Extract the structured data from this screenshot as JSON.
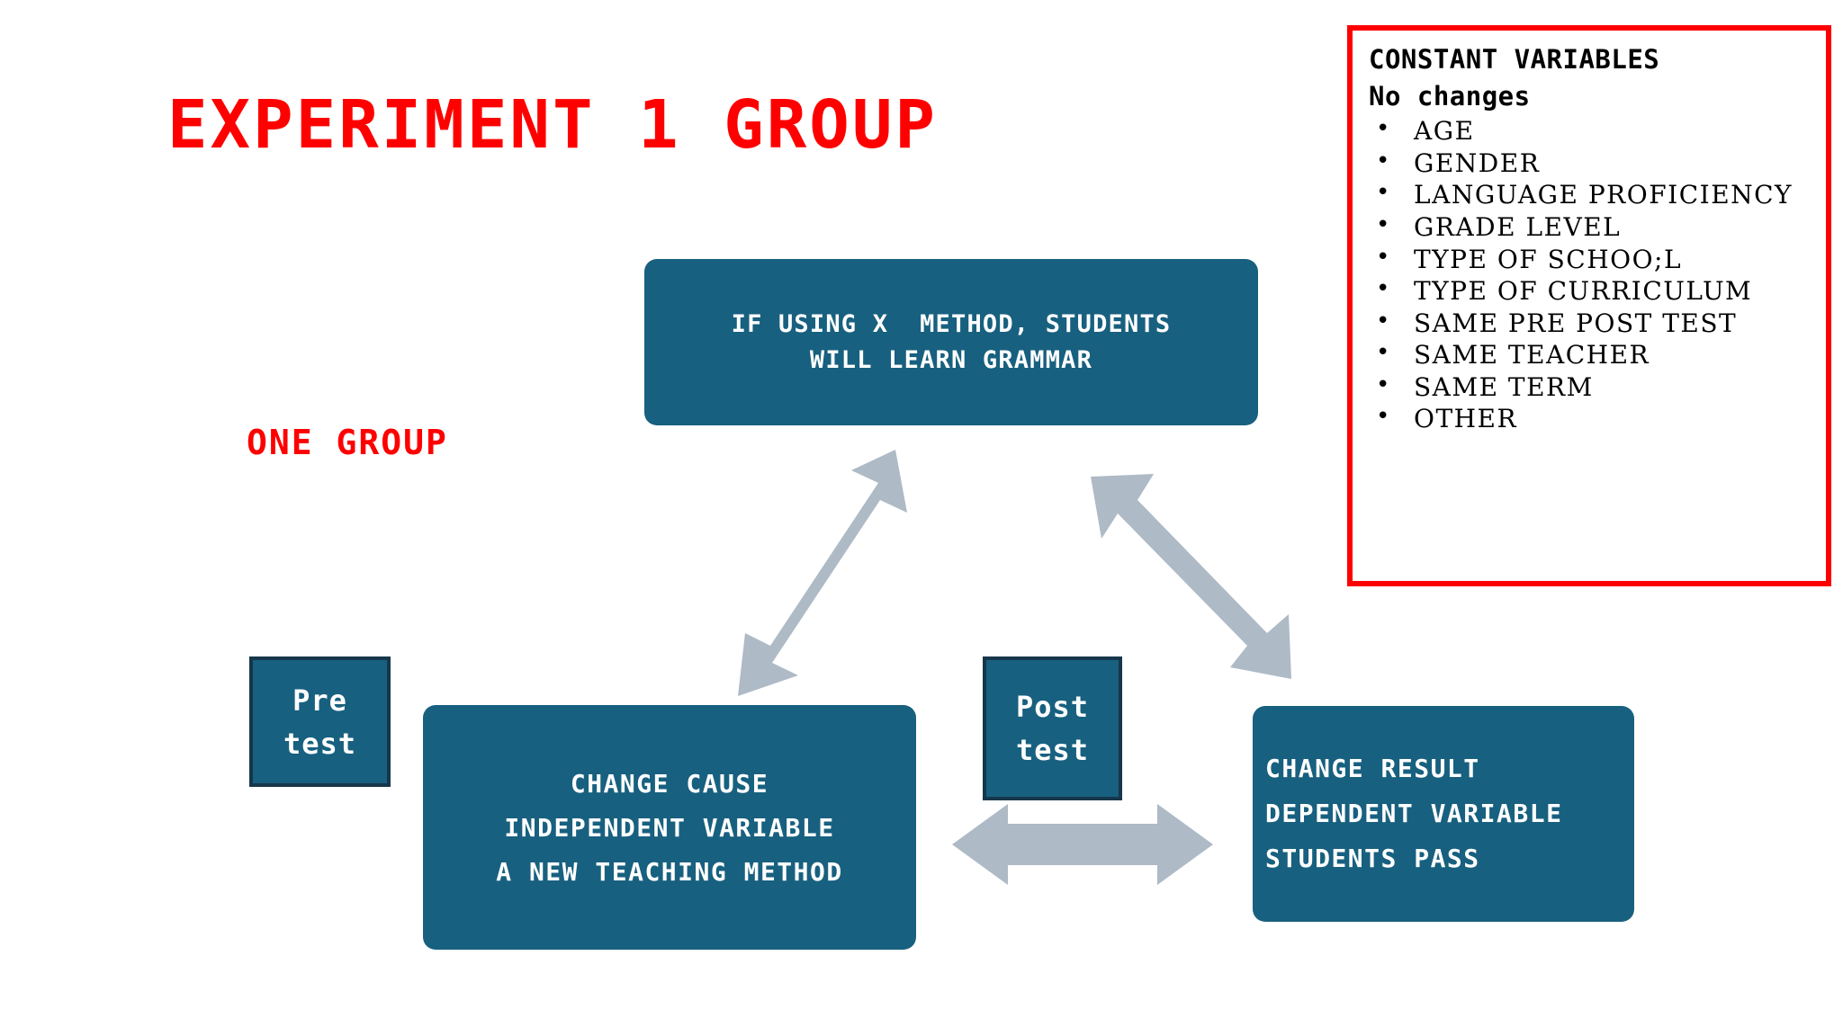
{
  "slide": {
    "title": "EXPERIMENT 1 GROUP",
    "group_label": "ONE GROUP",
    "background_color": "#FFFFFF",
    "accent_red": "#FF0000",
    "box_teal": "#18607F",
    "arrow_gray": "#AEBAC6"
  },
  "hypothesis_box": {
    "line1": "IF USING X  METHOD, STUDENTS",
    "line2": "WILL LEARN GRAMMAR"
  },
  "pre_test_box": {
    "line1": "Pre",
    "line2": "test"
  },
  "post_test_box": {
    "line1": "Post",
    "line2": "test"
  },
  "cause_box": {
    "line1": "CHANGE CAUSE",
    "line2": "INDEPENDENT VARIABLE",
    "line3": "A NEW TEACHING METHOD"
  },
  "result_box": {
    "line1": "CHANGE RESULT",
    "line2": "DEPENDENT VARIABLE",
    "line3": "STUDENTS PASS"
  },
  "constants_box": {
    "heading1": "CONSTANT VARIABLES",
    "heading2": "No changes",
    "bullet_glyph": "•",
    "items": [
      "AGE",
      "GENDER",
      "LANGUAGE PROFICIENCY",
      "GRADE LEVEL",
      "TYPE OF SCHOO;L",
      "TYPE OF CURRICULUM",
      "SAME PRE POST TEST",
      "SAME TEACHER",
      "SAME TERM",
      "OTHER"
    ]
  },
  "arrows": [
    {
      "name": "cause-to-hypothesis",
      "direction": "double",
      "orientation": "diagonal-up-right"
    },
    {
      "name": "hypothesis-to-result",
      "direction": "double",
      "orientation": "diagonal-down-right"
    },
    {
      "name": "cause-to-result",
      "direction": "double",
      "orientation": "horizontal"
    }
  ]
}
